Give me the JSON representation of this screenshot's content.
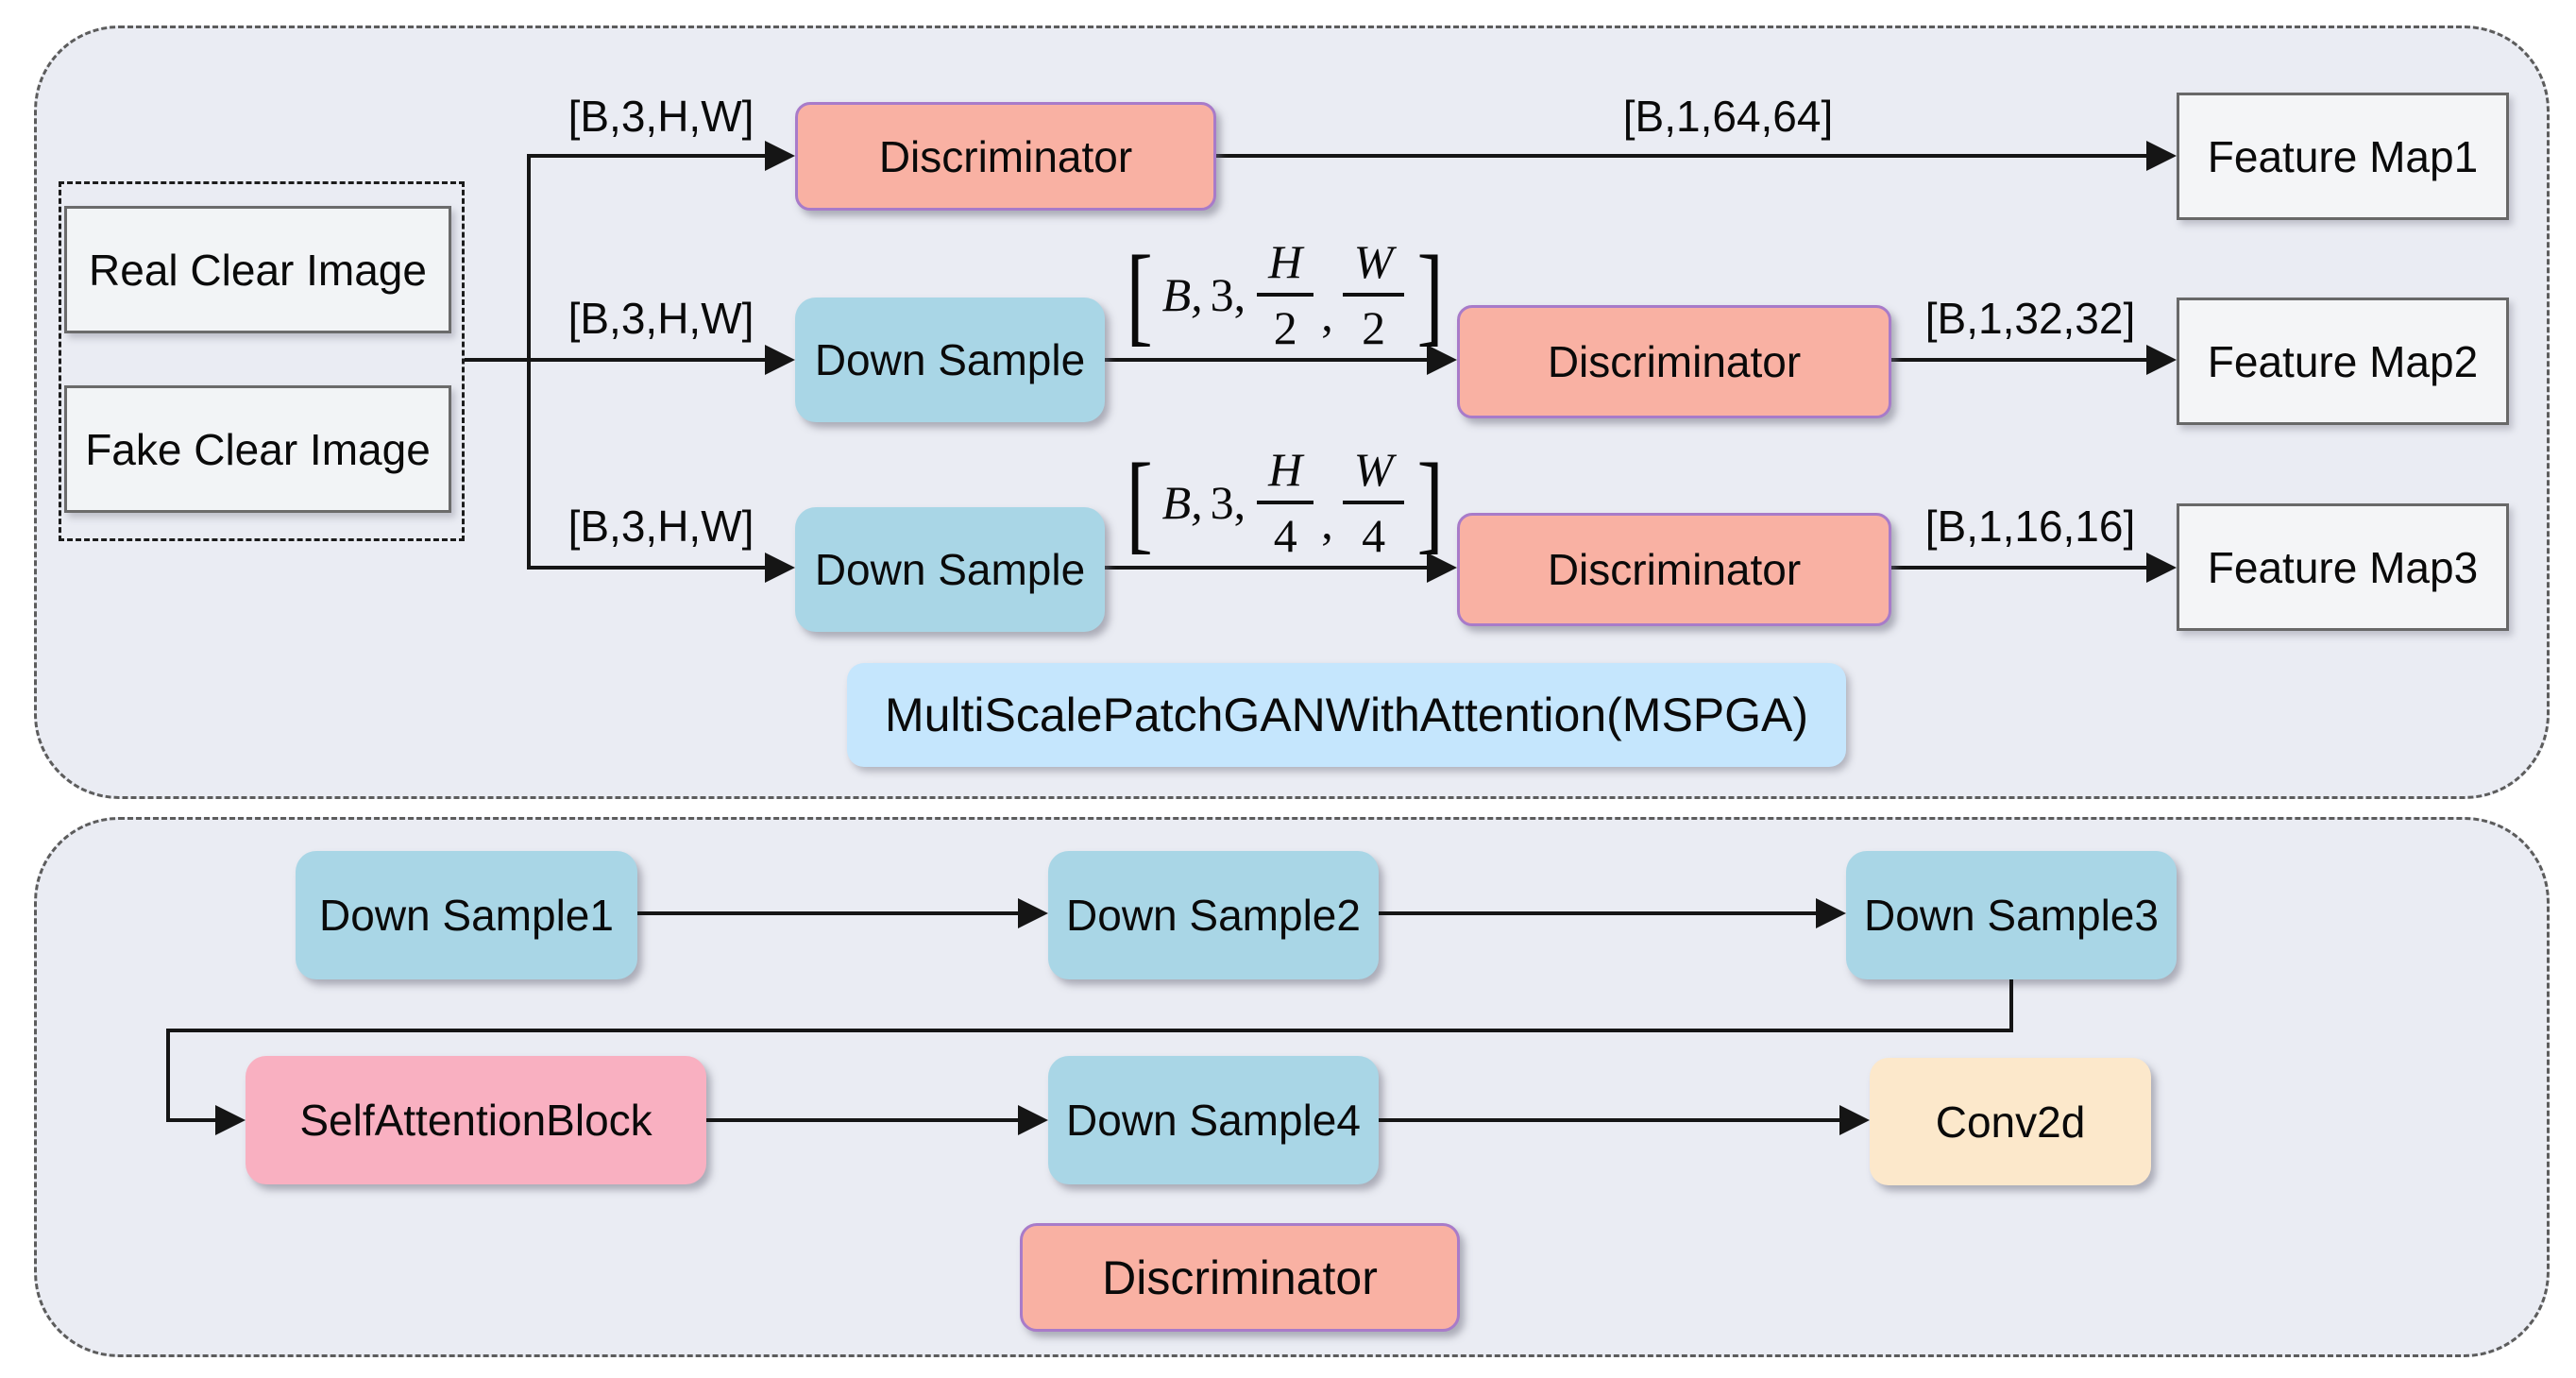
{
  "colors": {
    "panel_fill": "#eaecf3",
    "discriminator_fill": "#f9b1a3",
    "discriminator_border": "#a87bc9",
    "down_sample_fill": "#a9d6e6",
    "feature_map_fill": "#f4f5f7",
    "self_attention_fill": "#f9b0c1",
    "conv2d_fill": "#fce8cb",
    "caption_blue_fill": "#c5e6fd",
    "line_color": "#151515"
  },
  "top": {
    "inputs": {
      "real": "Real Clear Image",
      "fake": "Fake Clear Image"
    },
    "rows": {
      "r1": {
        "in": "[B,3,H,W]",
        "disc": "Discriminator",
        "out": "[B,1,64,64]",
        "fm": "Feature Map1"
      },
      "r2": {
        "in": "[B,3,H,W]",
        "ds": "Down Sample",
        "disc": "Discriminator",
        "out": "[B,1,32,32]",
        "fm": "Feature Map2",
        "math": {
          "open": "[",
          "v": "B,",
          "n": "3,",
          "num1": "H",
          "den1": "2",
          "comma": ",",
          "num2": "W",
          "den2": "2",
          "close": "]"
        }
      },
      "r3": {
        "in": "[B,3,H,W]",
        "ds": "Down Sample",
        "disc": "Discriminator",
        "out": "[B,1,16,16]",
        "fm": "Feature Map3",
        "math": {
          "open": "[",
          "v": "B,",
          "n": "3,",
          "num1": "H",
          "den1": "4",
          "comma": ",",
          "num2": "W",
          "den2": "4",
          "close": "]"
        }
      }
    },
    "caption": "MultiScalePatchGANWithAttention(MSPGA)"
  },
  "bottom": {
    "ds1": "Down Sample1",
    "ds2": "Down Sample2",
    "ds3": "Down Sample3",
    "sab": "SelfAttentionBlock",
    "ds4": "Down Sample4",
    "conv": "Conv2d",
    "caption": "Discriminator"
  }
}
